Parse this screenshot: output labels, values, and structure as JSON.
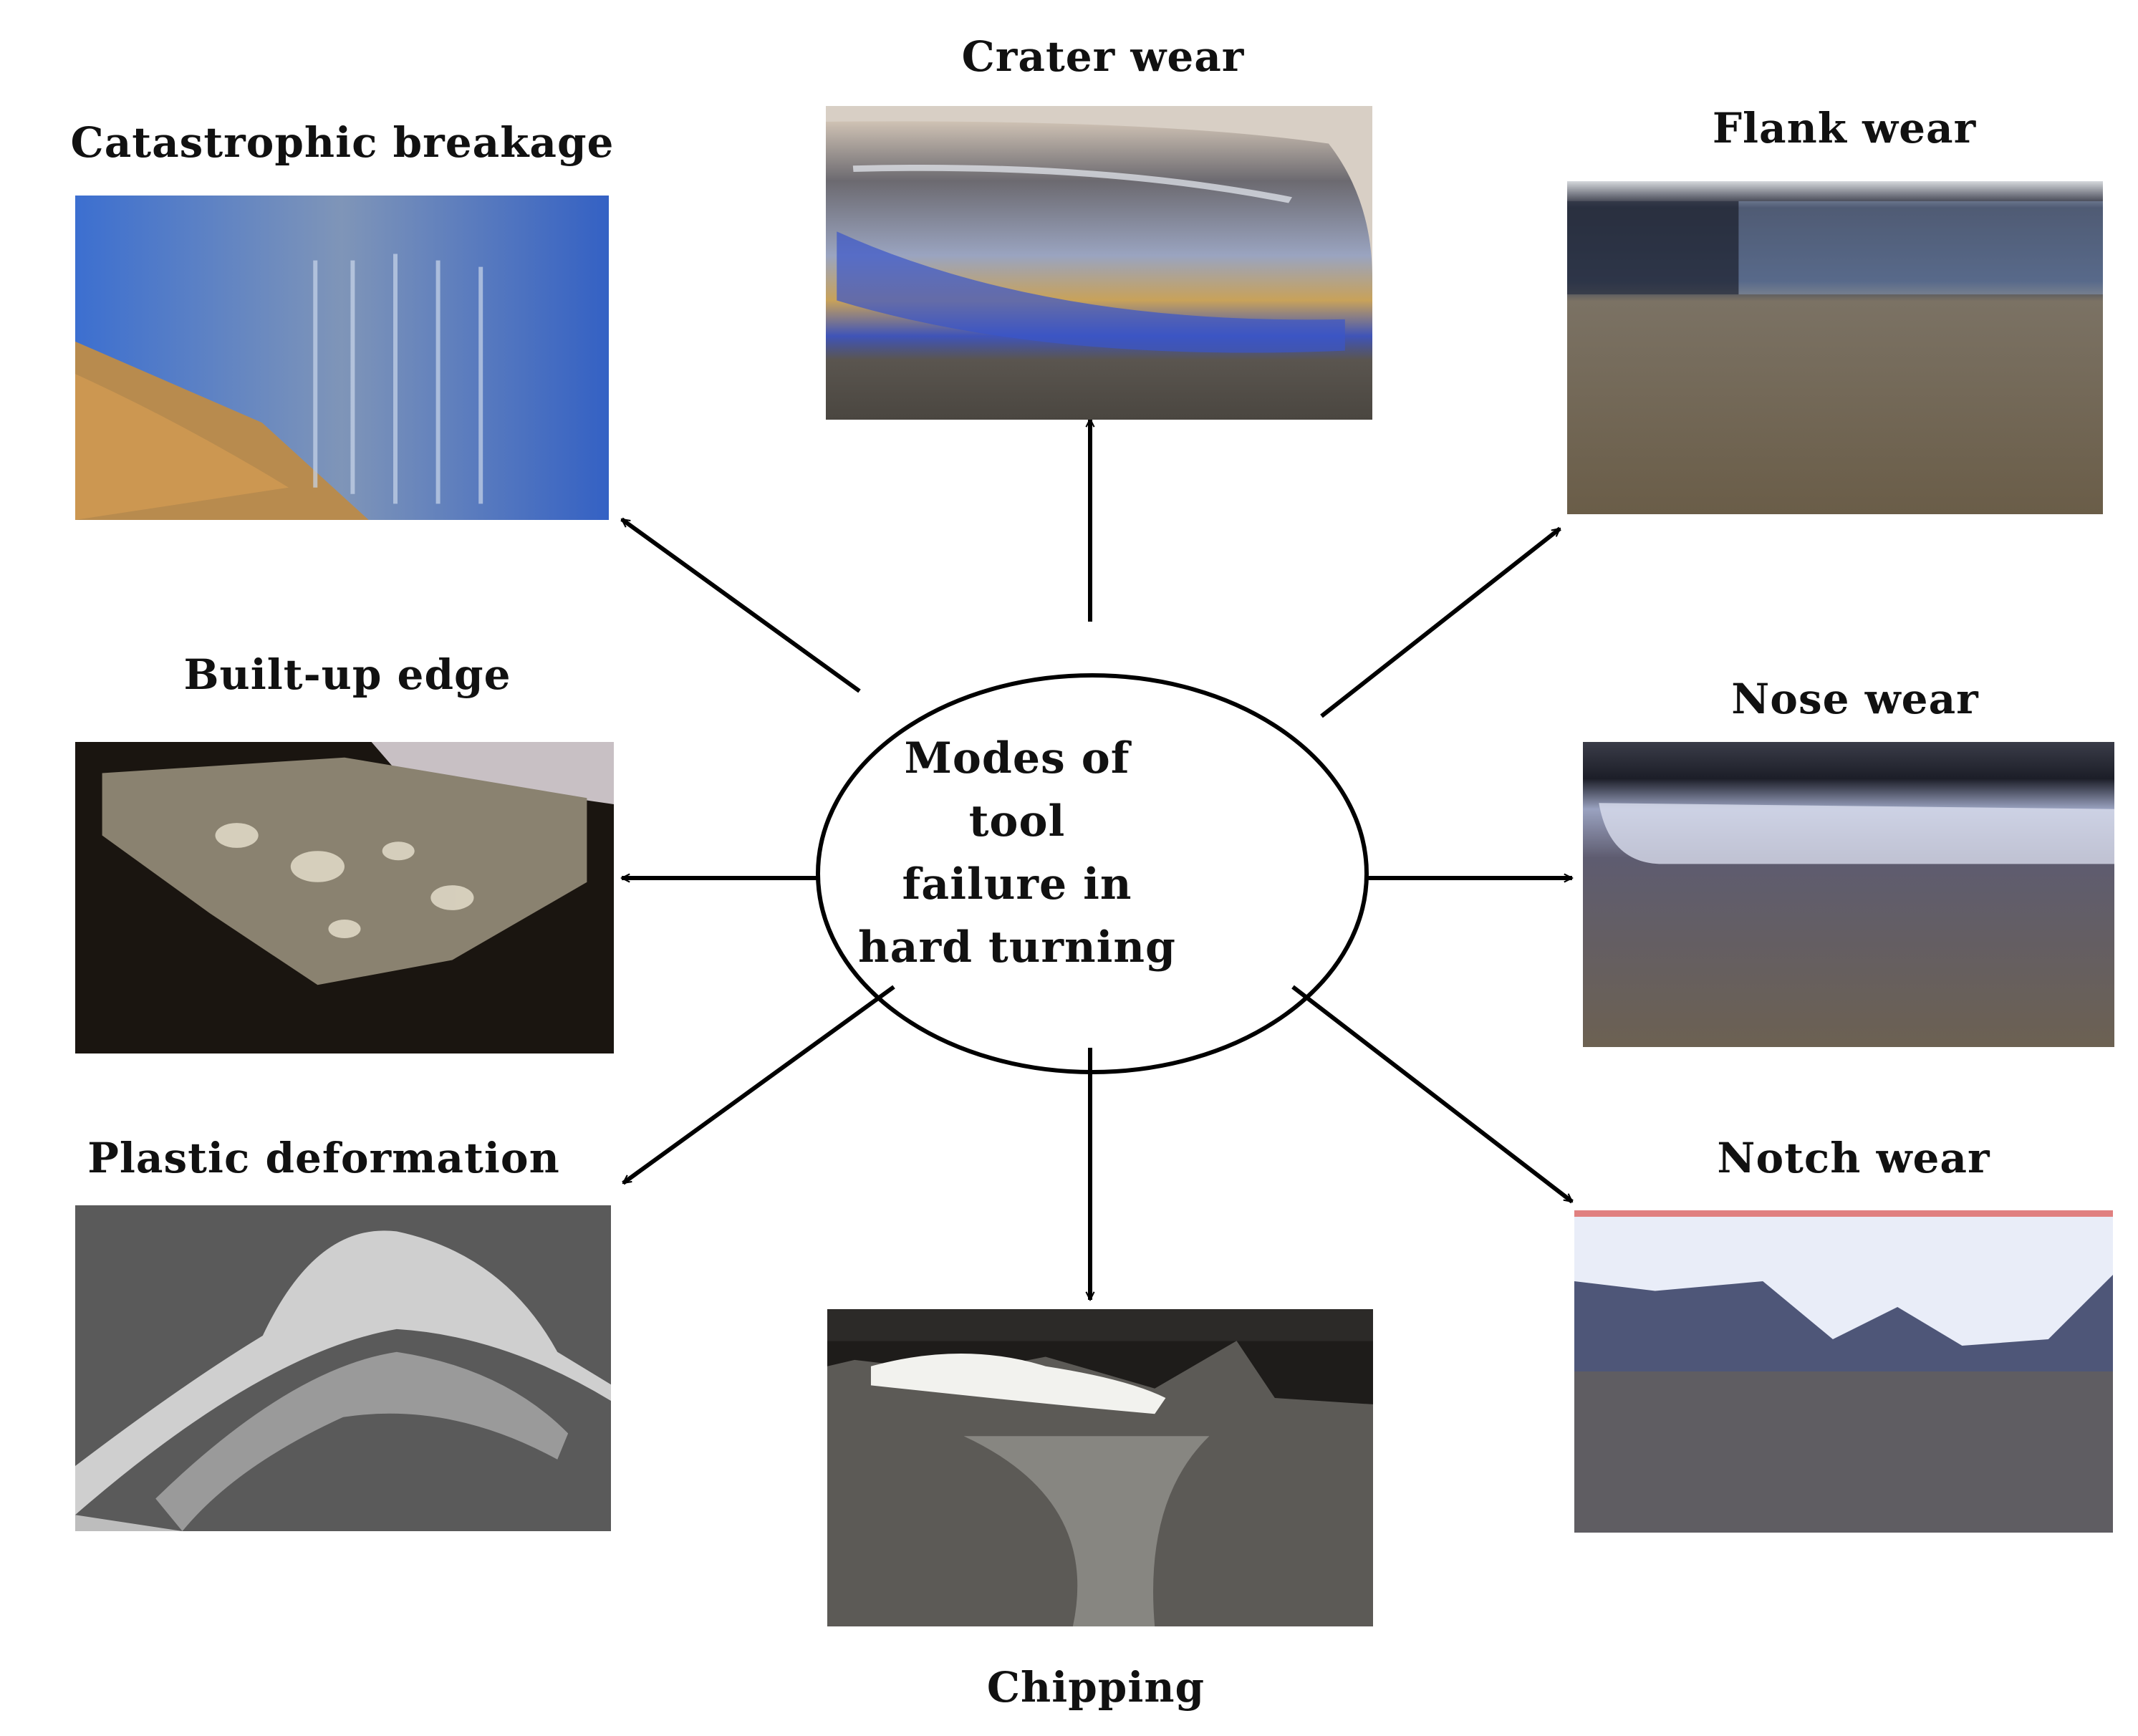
{
  "center": {
    "lines": [
      "Modes of tool",
      "failure in",
      "hard turning"
    ]
  },
  "modes": [
    {
      "id": "crater-wear",
      "label": "Crater wear",
      "photo": "crater-wear-photo"
    },
    {
      "id": "catastrophic-breakage",
      "label": "Catastrophic breakage",
      "photo": "catastrophic-breakage-photo"
    },
    {
      "id": "flank-wear",
      "label": "Flank wear",
      "photo": "flank-wear-photo"
    },
    {
      "id": "built-up-edge",
      "label": "Built-up edge",
      "photo": "built-up-edge-photo"
    },
    {
      "id": "nose-wear",
      "label": "Nose wear",
      "photo": "nose-wear-photo"
    },
    {
      "id": "plastic-deformation",
      "label": "Plastic deformation",
      "photo": "plastic-deformation-photo"
    },
    {
      "id": "notch-wear",
      "label": "Notch wear",
      "photo": "notch-wear-photo"
    },
    {
      "id": "chipping",
      "label": "Chipping",
      "photo": "chipping-photo"
    }
  ],
  "colors": {
    "line": "#000000",
    "text": "#111111"
  }
}
